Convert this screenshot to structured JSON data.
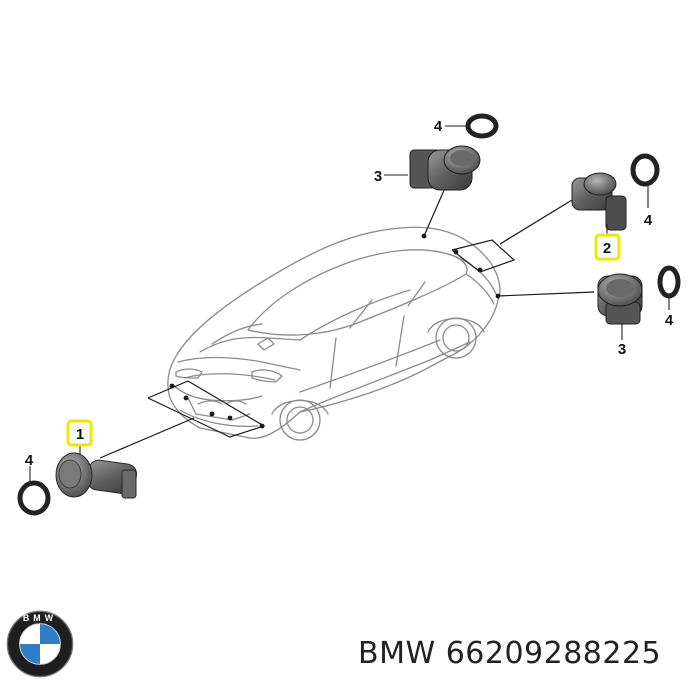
{
  "diagram": {
    "callouts": {
      "c_front_1": "1",
      "c_front_4": "4",
      "c_top_3": "3",
      "c_top_4": "4",
      "c_rear_2": "2",
      "c_rear_4": "4",
      "c_side_3": "3",
      "c_side_4": "4"
    },
    "highlight_color": "#f2e600",
    "logo_letters": "BMW"
  },
  "caption": {
    "brand": "BMW",
    "part_number": "66209288225"
  }
}
